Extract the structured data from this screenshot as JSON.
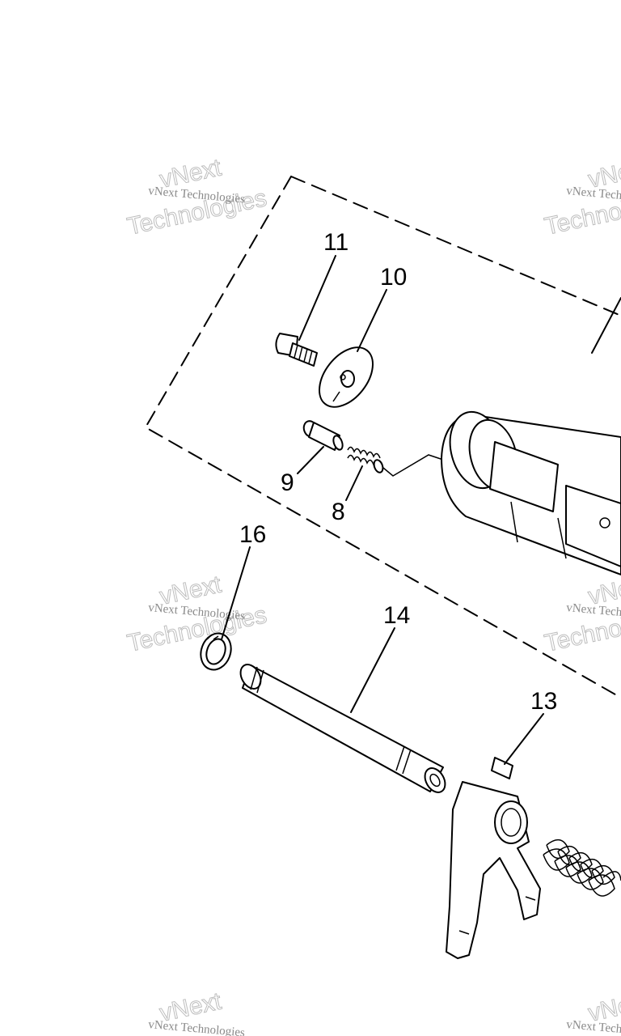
{
  "diagram": {
    "callouts": {
      "p8": "8",
      "p9": "9",
      "p10": "10",
      "p11": "11",
      "p13": "13",
      "p14": "14",
      "p16": "16"
    },
    "watermark": {
      "line1": "vNext Technologies",
      "line2": "vNext",
      "line3": "Technologies"
    }
  }
}
